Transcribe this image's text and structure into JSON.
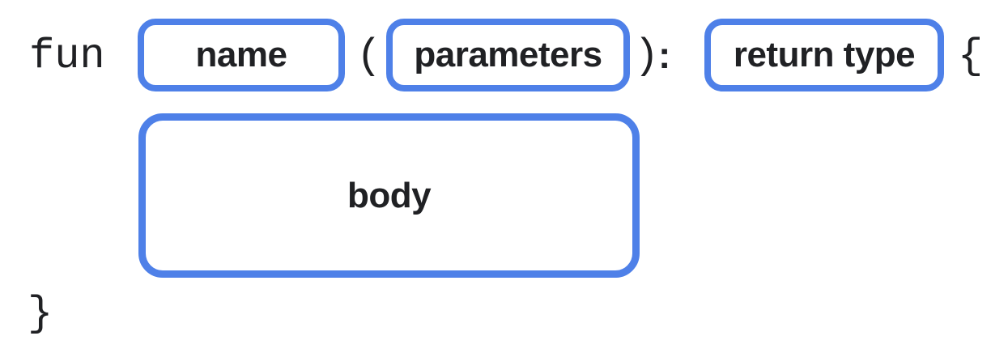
{
  "diagram": {
    "keyword": "fun",
    "open_paren": "(",
    "close_paren": ")",
    "colon": ":",
    "open_brace": "{",
    "close_brace": "}",
    "boxes": {
      "name": "name",
      "parameters": "parameters",
      "return_type": "return type",
      "body": "body"
    },
    "colors": {
      "box_border": "#4E80E8",
      "text": "#202124",
      "background": "#FFFFFF"
    }
  }
}
